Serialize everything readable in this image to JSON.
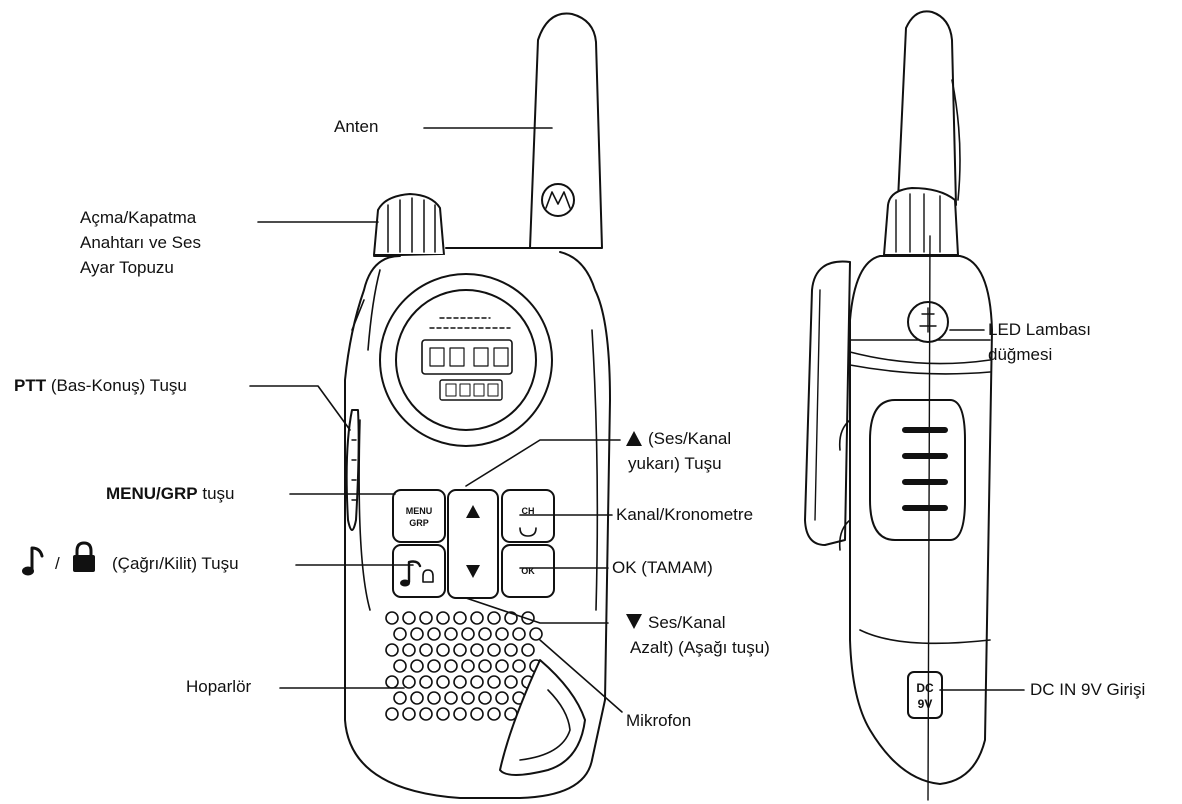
{
  "labels": {
    "anten": "Anten",
    "power_knob": [
      "Açma/Kapatma",
      "Anahtarı ve Ses",
      "Ayar Topuzu"
    ],
    "ptt_bold": "PTT",
    "ptt_rest": " (Bas-Konuş) Tuşu",
    "menu_bold": "MENU/GRP",
    "menu_rest": " tuşu",
    "call_lock_sep": "/",
    "call_lock_text": "(Çağrı/Kilit) Tuşu",
    "up_key": [
      "(Ses/Kanal",
      "yukarı) Tuşu"
    ],
    "channel": "Kanal/Kronometre",
    "ok": "OK (TAMAM)",
    "down_key": [
      "Ses/Kanal",
      "Azalt) (Aşağı tuşu)"
    ],
    "speaker": "Hoparlör",
    "mic": "Mikrofon",
    "led": [
      "LED Lambası",
      "düğmesi"
    ],
    "dc_in": "DC IN 9V Girişi"
  },
  "device_markings": {
    "menu_key": [
      "MENU",
      "GRP"
    ],
    "ch_key": "CH",
    "ok_key": "OK",
    "dc_port": [
      "DC",
      "9V"
    ]
  }
}
